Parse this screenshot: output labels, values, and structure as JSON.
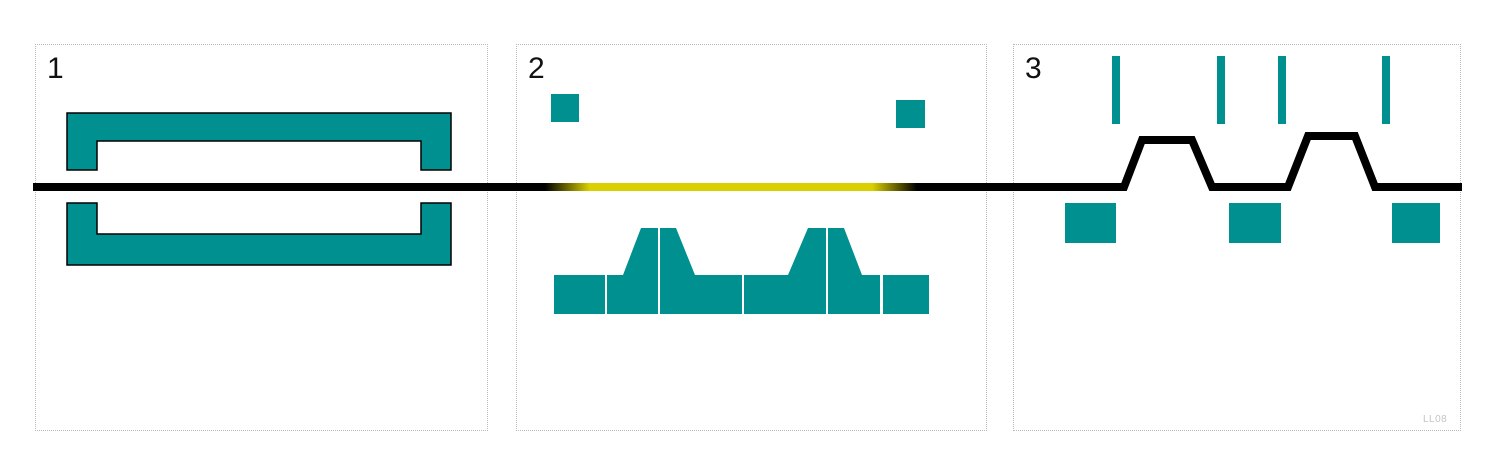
{
  "panels": [
    {
      "number": "1"
    },
    {
      "number": "2"
    },
    {
      "number": "3"
    }
  ],
  "colors": {
    "teal": "#009090",
    "line": "#000000",
    "glow": "#f2e600",
    "border": "#b9b9b9"
  },
  "watermark": "LL08"
}
